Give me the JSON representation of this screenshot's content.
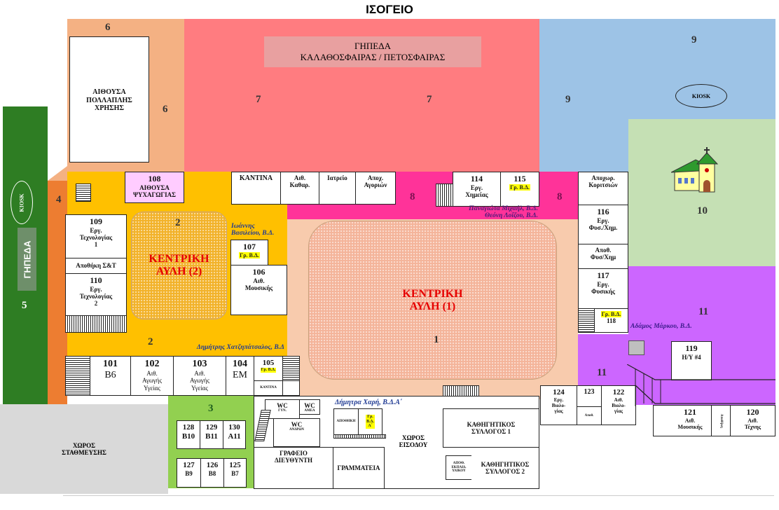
{
  "title": "ΙΣΟΓΕΙΟ",
  "colors": {
    "zone1": "#f8cbad",
    "zone2": "#ffc000",
    "zone3": "#92d050",
    "zone4": "#ed7d31",
    "zone5": "#2e7d23",
    "zone6": "#f4b183",
    "zone7": "#ff7c80",
    "zone8": "#ff3399",
    "zone9": "#9dc3e6",
    "zone10": "#c5e0b4",
    "zone11": "#cc66ff",
    "parking": "#d9d9d9",
    "highlight": "#ffff00",
    "staff": "#1f3a93"
  },
  "zones": {
    "z1": "1",
    "z2": "2",
    "z3": "3",
    "z4": "4",
    "z5": "5",
    "z6": "6",
    "z7": "7",
    "z8": "8",
    "z9": "9",
    "z10": "10",
    "z11": "11"
  },
  "courts": {
    "basketball": "ΓΗΠΕΔΑ\nΚΑΛΑΘΟΣΦΑΙΡΑΣ / ΠΕΤΟΣΦΑΙΡΑΣ",
    "central1": "ΚΕΝΤΡΙΚΗ\nΑΥΛΗ (1)",
    "central2": "ΚΕΝΤΡΙΚΗ\nΑΥΛΗ (2)",
    "fields": "ΓΗΠΕΔΑ",
    "kiosk": "KIOSK",
    "parking": "ΧΩΡΟΣ\nΣΤΑΘΜΕΥΣΗΣ",
    "entrance": "ΧΩΡΟΣ\nΕΙΣΟΔΟΥ"
  },
  "gr_bd": "Γρ. Β.Δ.",
  "rooms": {
    "multi": {
      "name": "ΑΙΘΟΥΣΑ\nΠΟΛΛΑΠΛΗΣ\nΧΡΗΣΗΣ"
    },
    "r108": {
      "num": "108",
      "name": "ΑΙΘΟΥΣΑ\nΨΥΧΑΓΩΓΙΑΣ"
    },
    "kantina": {
      "name": "ΚΑΝΤΙΝΑ"
    },
    "cleaning": {
      "name": "Αιθ.\nΚαθαρ."
    },
    "infirmary": {
      "name": "Ιατρείο"
    },
    "wc_boys": {
      "name": "Αποχ.\nΑγοριών"
    },
    "r114": {
      "num": "114",
      "name": "Εργ.\nΧημείας"
    },
    "r115": {
      "num": "115"
    },
    "wc_girls": {
      "name": "Αποχωρ.\nΚοριτσιών"
    },
    "r116": {
      "num": "116",
      "name": "Εργ.\nΦυσ./Χημ."
    },
    "store_phys": {
      "name": "Αποθ.\nΦυσ/Χημ"
    },
    "r117": {
      "num": "117",
      "name": "Εργ.\nΦυσικής"
    },
    "r118": {
      "num": "118"
    },
    "r109": {
      "num": "109",
      "name": "Εργ.\nΤεχνολογίας\n1"
    },
    "store_dt": {
      "name": "Αποθήκη Σ&T"
    },
    "r110": {
      "num": "110",
      "name": "Εργ.\nΤεχνολογίας\n2"
    },
    "r107": {
      "num": "107"
    },
    "r106": {
      "num": "106",
      "name": "Αιθ.\nΜουσικής"
    },
    "r101": {
      "num": "101",
      "name": "B6"
    },
    "r102": {
      "num": "102",
      "name": "Αιθ.\nΑγωγής\nΥγείας"
    },
    "r103": {
      "num": "103",
      "name": "Αιθ.\nΑγωγής\nΥγείας"
    },
    "r104": {
      "num": "104",
      "name": "ΕΜ"
    },
    "r105": {
      "num": "105",
      "sub": "ΚΑΝΤΙΝΑ"
    },
    "r128": {
      "num": "128",
      "name": "B10"
    },
    "r129": {
      "num": "129",
      "name": "B11"
    },
    "r130": {
      "num": "130",
      "name": "A11"
    },
    "r127": {
      "num": "127",
      "name": "B9"
    },
    "r126": {
      "num": "126",
      "name": "B8"
    },
    "r125": {
      "num": "125",
      "name": "B7"
    },
    "wc_f": {
      "name": "WC",
      "sub": "ΓΥΝ."
    },
    "wc_dis": {
      "name": "WC",
      "sub": "ΑΜΕΑ"
    },
    "wc_m": {
      "name": "WC",
      "sub": "ΑΝΔΡΩΝ"
    },
    "store_adm": {
      "name": "ΑΠΟΘΗΚΗ"
    },
    "grbda": {
      "name": "Γρ.\nΒ.Δ.\nΑ΄"
    },
    "director": {
      "name": "ΓΡΑΦΕΙΟ\nΔΙΕΥΘΥΝΤΗ"
    },
    "secretary": {
      "name": "ΓΡΑΜΜΑΤΕΙΑ"
    },
    "staff1": {
      "name": "ΚΑΘΗΓΗΤΙΚΟΣ\nΣΥΛΛΟΓΟΣ 1"
    },
    "staff2": {
      "name": "ΚΑΘΗΓΗΤΙΚΟΣ\nΣΥΛΛΟΓΟΣ 2"
    },
    "store_teach": {
      "name": "ΑΠΟΘ.\nΕΚΠΑΙΔ.\nΥΛΙΚΟΥ"
    },
    "r124": {
      "num": "124",
      "name": "Εργ.\nΒιολο-\nγίας"
    },
    "r123": {
      "num": "123",
      "sub": "Αποθ."
    },
    "r122": {
      "num": "122",
      "name": "Αιθ.\nΒιολο-\nγίας"
    },
    "r121": {
      "num": "121",
      "name": "Αιθ.\nΜουσικής"
    },
    "store_side": {
      "name": "Αποθήκη"
    },
    "r120": {
      "num": "120",
      "name": "Αιθ.\nΤέχνης"
    },
    "r119": {
      "num": "119",
      "name": "Η/Υ #4"
    }
  },
  "staff": {
    "vasileiou": "Ιωάννης\nΒασιλείου, Β.Δ.",
    "chatzipatsalos": "Δημήτρης Χατζηπάτσαλος, Β.Δ",
    "michail": "Παναγιώτα Μιχαήλ, Β.Δ.\nΘεόνη Λοΐζου, Β.Δ.",
    "markou": "Αδάμος Μάρκου, Β.Δ.",
    "chari": "Δήμητρα Χαρή, Β.Δ.Α΄"
  }
}
